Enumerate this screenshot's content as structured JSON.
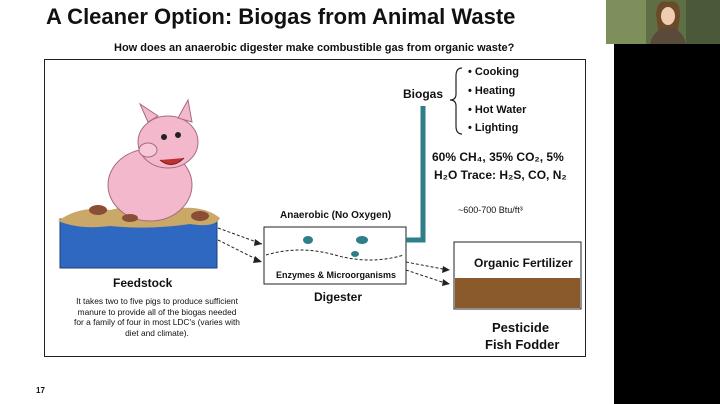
{
  "title": "A Cleaner Option: Biogas from Animal Waste",
  "subtitle": "How does an anaerobic digester make combustible gas from organic waste?",
  "page_number": "17",
  "labels": {
    "biogas": "Biogas",
    "feedstock": "Feedstock",
    "feedstock_note": [
      "It takes two to five pigs to produce sufficient",
      "manure to provide all of the biogas needed",
      "for a family of four in most LDC's (varies with",
      "diet and climate)."
    ],
    "anaerobic": "Anaerobic (No Oxygen)",
    "enzymes": "Enzymes & Microorganisms",
    "digester": "Digester",
    "organic_fertilizer": "Organic Fertilizer",
    "pesticide": "Pesticide",
    "fish_fodder": "Fish Fodder",
    "energy": "~600-700 Btu/ft³"
  },
  "uses": [
    "Cooking",
    "Heating",
    "Hot Water",
    "Lighting"
  ],
  "composition": {
    "line1": "60% CH₄, 35% CO₂, 5%",
    "line2": "H₂O Trace: H₂S, CO, N₂"
  },
  "colors": {
    "teal": "#2e7f8a",
    "feed_blue": "#2f68c0",
    "manure": "#c9a868",
    "soil": "#8a5a2b",
    "pig": "#f3b8cc"
  },
  "webcam": {
    "icon": "presenter-video-feed"
  }
}
